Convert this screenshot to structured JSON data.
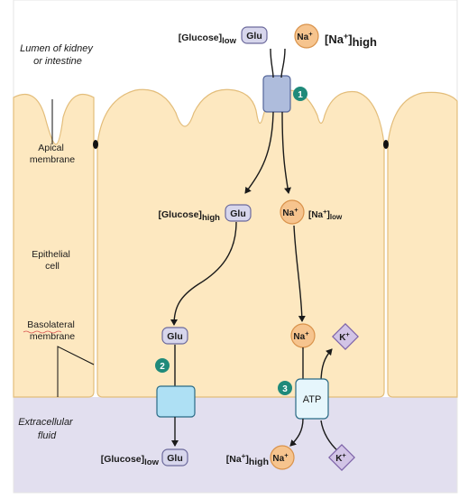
{
  "regions": {
    "lumen": "Lumen of kidney\nor intestine",
    "apical": "Apical\nmembrane",
    "epithelial": "Epithelial\ncell",
    "basolateral": "Basolateral\nmembrane",
    "extracellular": "Extracellular\nfluid"
  },
  "molecules": {
    "glu": "Glu",
    "na_base": "Na",
    "na_sup": "+",
    "k_base": "K",
    "k_sup": "+",
    "atp": "ATP"
  },
  "concentrations": {
    "glucose_low_top": {
      "base": "[Glucose]",
      "sub": "low"
    },
    "na_high_top": {
      "open": "[Na",
      "sup": "+",
      "close": "]",
      "sub": "high"
    },
    "glucose_high_mid": {
      "base": "[Glucose]",
      "sub": "high"
    },
    "na_low_mid": {
      "open": "[Na",
      "sup": "+",
      "close": "]",
      "sub": "low"
    },
    "glucose_low_bottom": {
      "base": "[Glucose]",
      "sub": "low"
    },
    "na_high_bottom": {
      "open": "[Na",
      "sup": "+",
      "close": "]",
      "sub": "high"
    }
  },
  "steps": [
    "1",
    "2",
    "3"
  ],
  "colors": {
    "cell": "#fde8c0",
    "cell_border": "#e3bd7a",
    "extracellular": "#e2dfef",
    "badge": "#1f8a7a",
    "transporter1": "#aebcdc",
    "transporter2": "#aee0f4"
  }
}
